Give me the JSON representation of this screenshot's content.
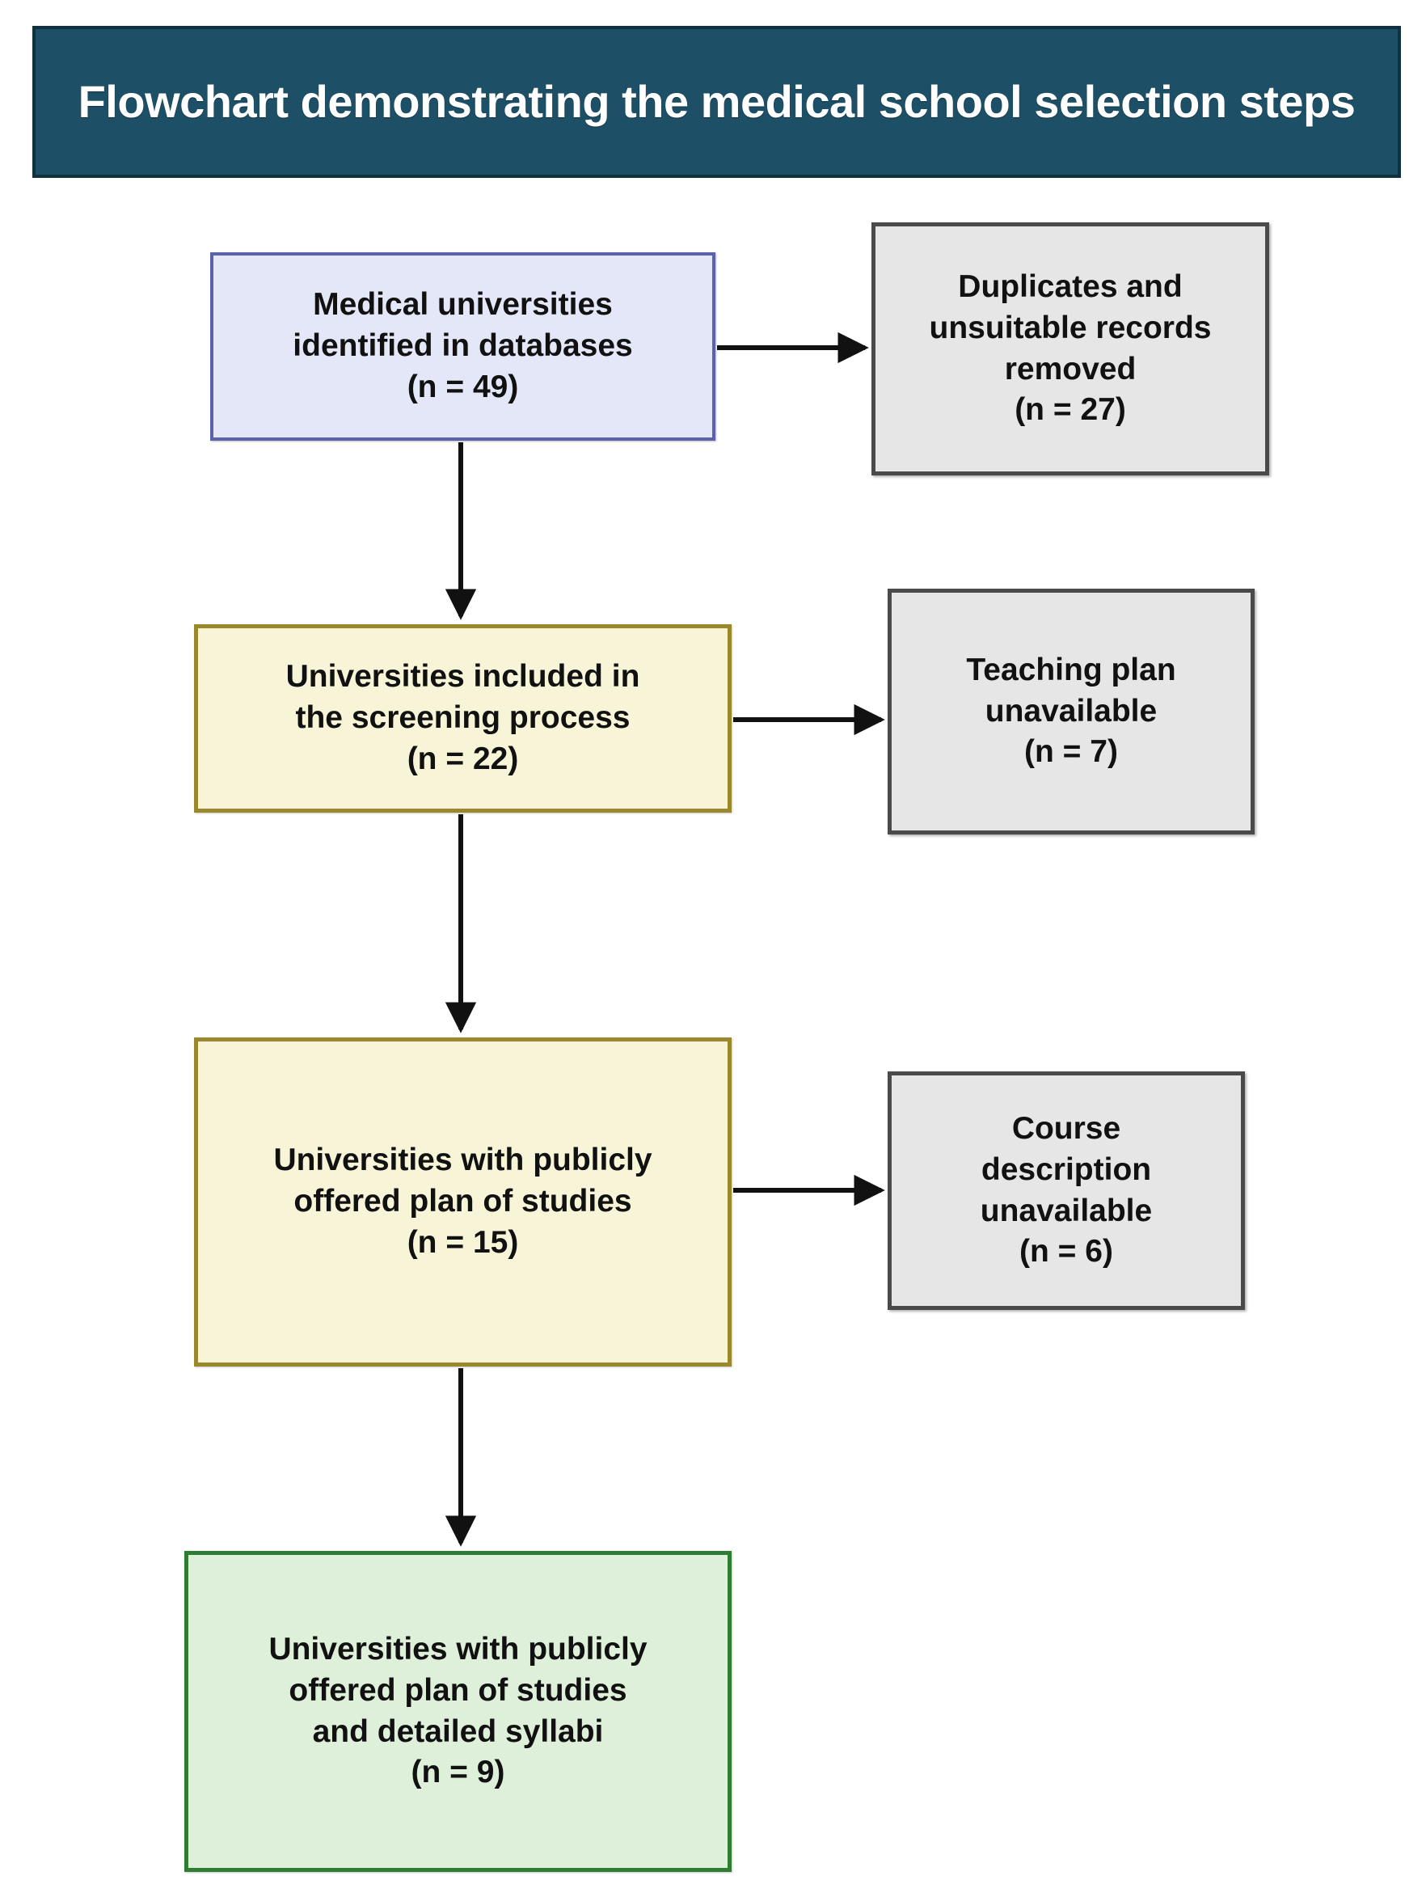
{
  "header": {
    "title": "Flowchart demonstrating the medical school selection steps",
    "title_line_1": "Flowchart demonstrating the medical school",
    "title_line_2": "selection steps",
    "background_color": "#1d4f66",
    "text_color": "#ffffff"
  },
  "nodes": {
    "identified": {
      "id": "identified",
      "kind": "main",
      "line_1": "Medical universities",
      "line_2": "identified in databases",
      "count_label": "(n = 49)",
      "n": 49,
      "fill_color": "#e3e7f7",
      "border_color": "#5b62ab"
    },
    "duplicates": {
      "id": "duplicates",
      "kind": "excluded",
      "line_1": "Duplicates and",
      "line_2": "unsuitable records",
      "line_3": "removed",
      "count_label": "(n = 27)",
      "n": 27,
      "fill_color": "#e6e6e6",
      "border_color": "#4a4a4a"
    },
    "screening": {
      "id": "screening",
      "kind": "main",
      "line_1": "Universities included in",
      "line_2": "the screening process",
      "count_label": "(n = 22)",
      "n": 22,
      "fill_color": "#f7f4d8",
      "border_color": "#99892c"
    },
    "teaching": {
      "id": "teaching",
      "kind": "excluded",
      "line_1": "Teaching plan",
      "line_2": "unavailable",
      "count_label": "(n = 7)",
      "n": 7,
      "fill_color": "#e6e6e6",
      "border_color": "#4a4a4a"
    },
    "publicly": {
      "id": "publicly",
      "kind": "main",
      "line_1": "Universities with publicly",
      "line_2": "offered plan of studies",
      "count_label": "(n = 15)",
      "n": 15,
      "fill_color": "#f7f4d8",
      "border_color": "#99892c"
    },
    "course": {
      "id": "course",
      "kind": "excluded",
      "line_1": "Course",
      "line_2": "description",
      "line_3": "unavailable",
      "count_label": "(n = 6)",
      "n": 6,
      "fill_color": "#e6e6e6",
      "border_color": "#4a4a4a"
    },
    "syllabi": {
      "id": "syllabi",
      "kind": "final",
      "line_1": "Universities with publicly",
      "line_2": "offered plan of studies",
      "line_3": "and detailed syllabi",
      "count_label": "(n = 9)",
      "n": 9,
      "fill_color": "#dff0da",
      "border_color": "#2e7d32"
    }
  },
  "connectors": [
    {
      "name": "identified-to-duplicates",
      "from": "identified",
      "to": "duplicates",
      "direction": "right"
    },
    {
      "name": "identified-to-screening",
      "from": "identified",
      "to": "screening",
      "direction": "down"
    },
    {
      "name": "screening-to-teaching",
      "from": "screening",
      "to": "teaching",
      "direction": "right"
    },
    {
      "name": "screening-to-publicly",
      "from": "screening",
      "to": "publicly",
      "direction": "down"
    },
    {
      "name": "publicly-to-course",
      "from": "publicly",
      "to": "course",
      "direction": "right"
    },
    {
      "name": "publicly-to-syllabi",
      "from": "publicly",
      "to": "syllabi",
      "direction": "down"
    }
  ]
}
